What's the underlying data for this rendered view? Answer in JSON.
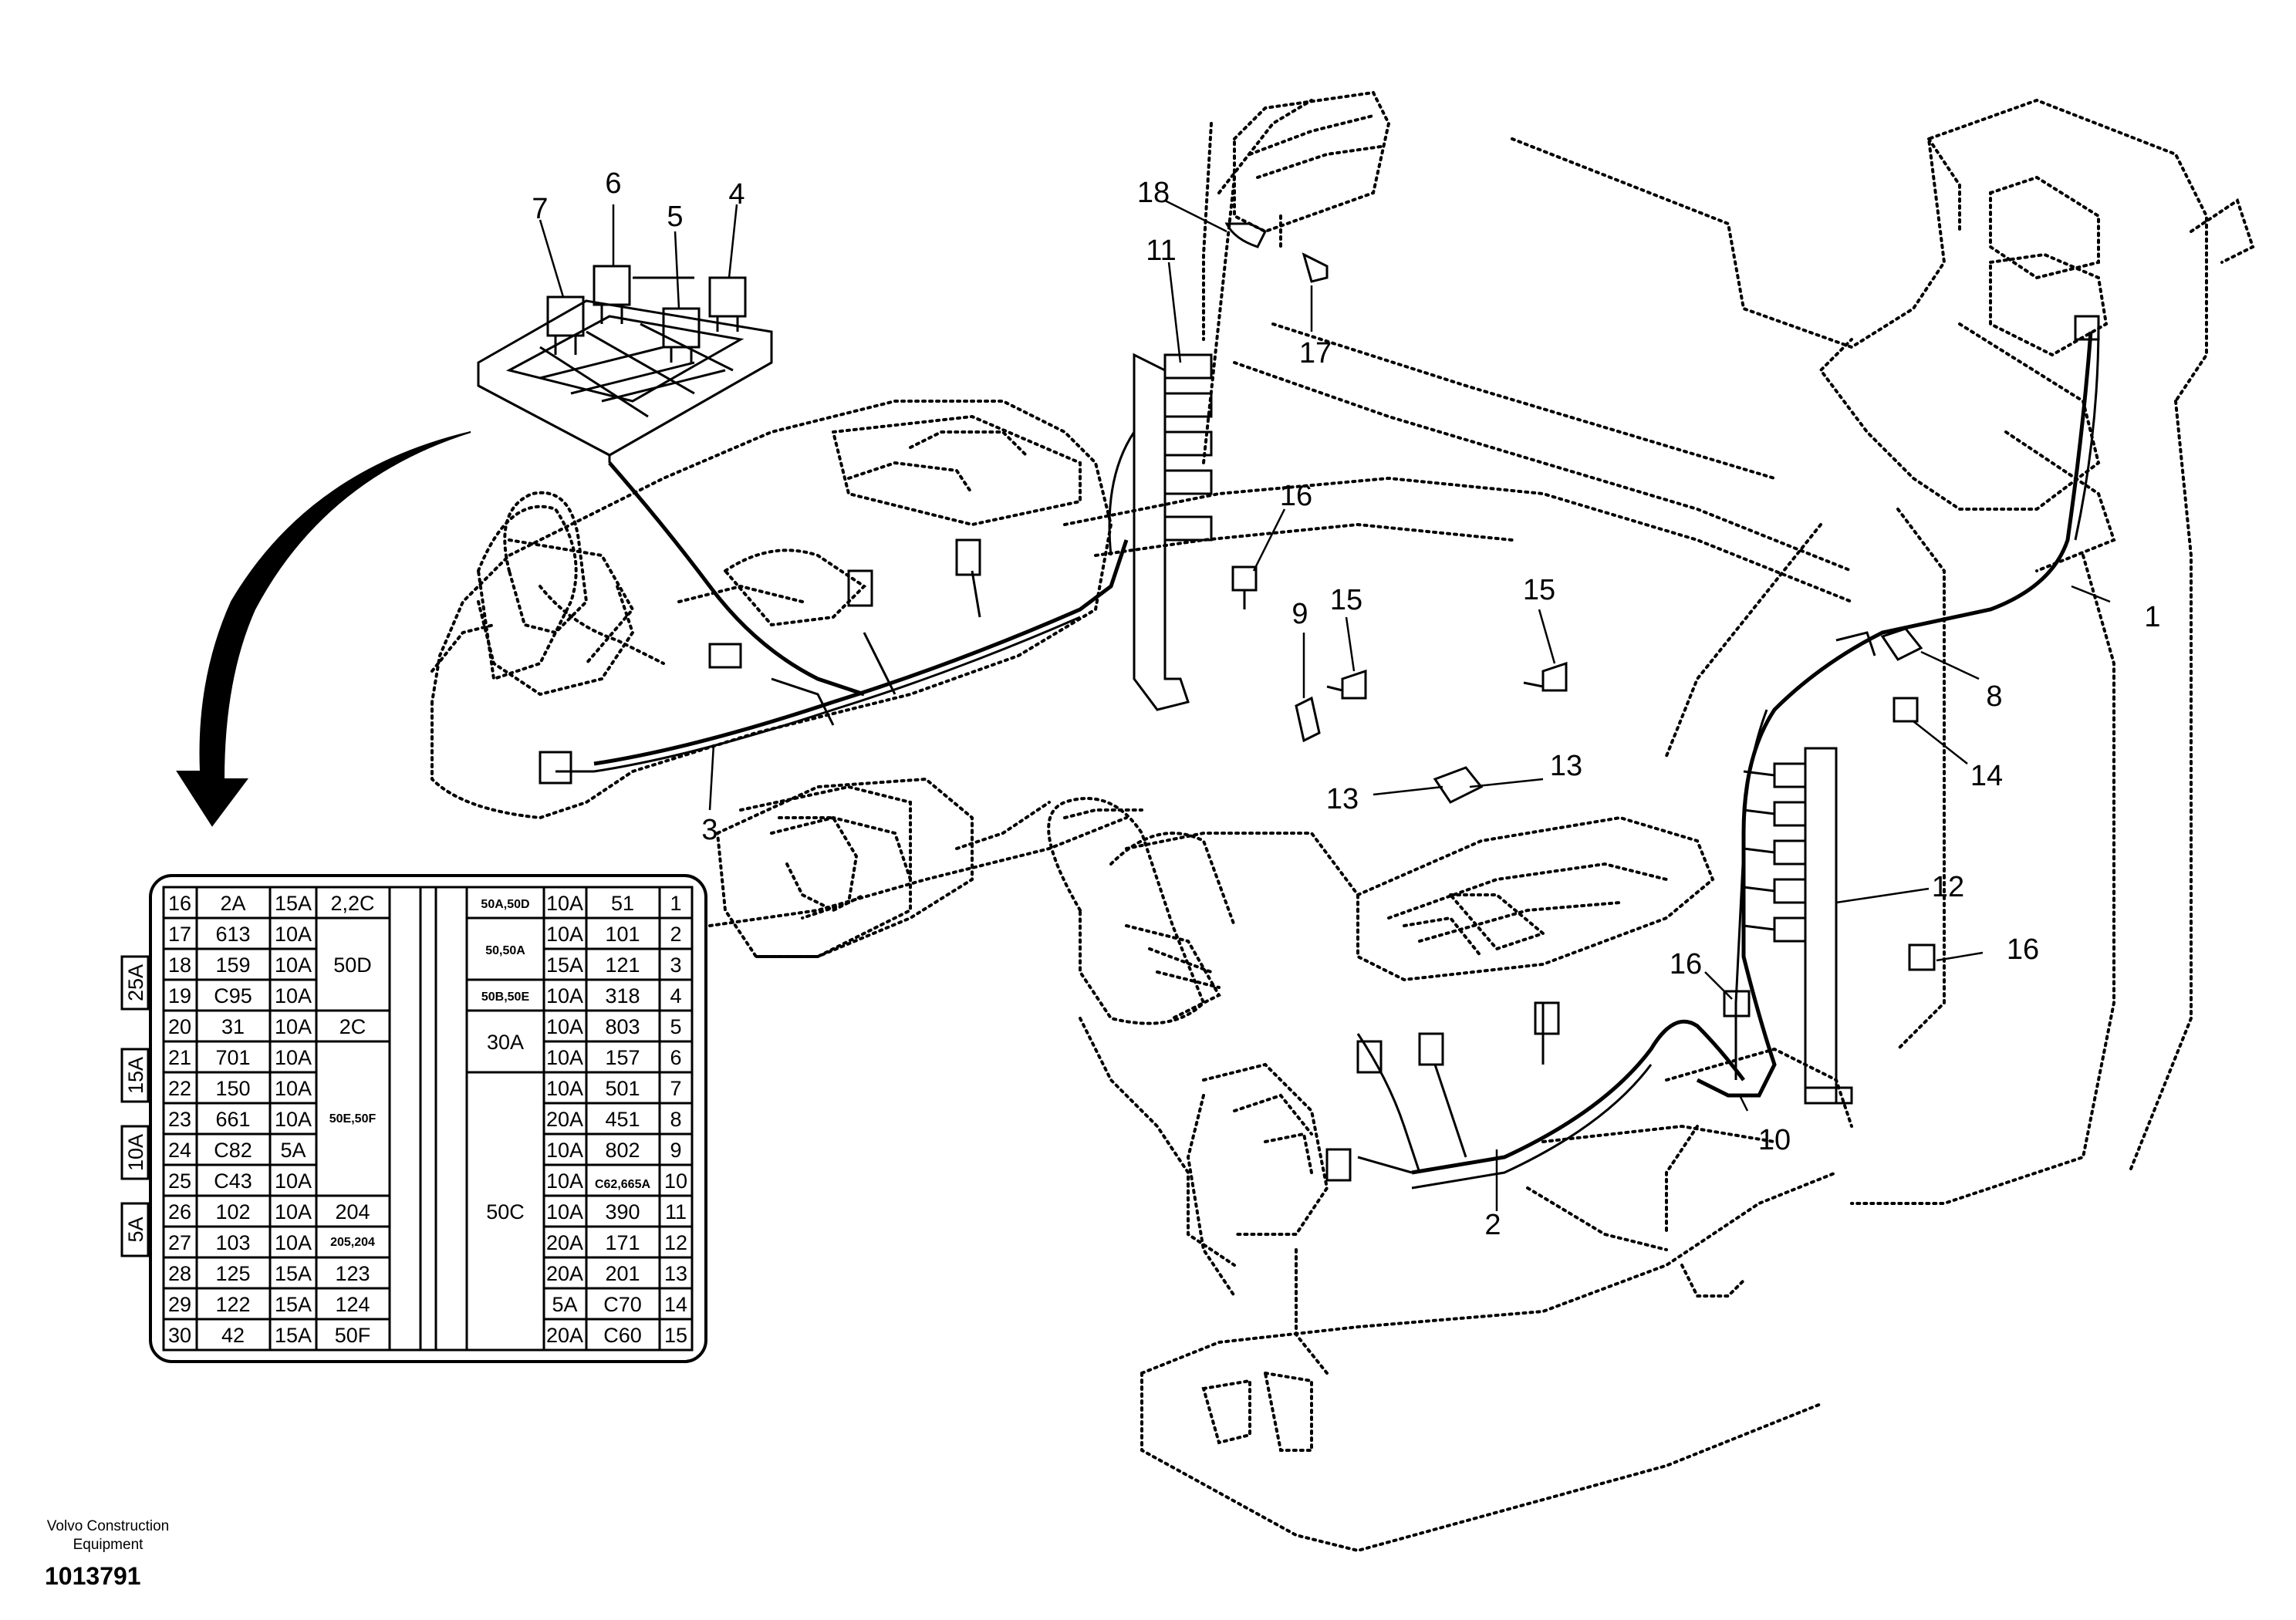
{
  "brand": {
    "line1": "Volvo Construction",
    "line2": "Equipment"
  },
  "doc_number": "1013791",
  "callouts": {
    "c1": "1",
    "c2": "2",
    "c3": "3",
    "c4": "4",
    "c5": "5",
    "c6": "6",
    "c7": "7",
    "c8": "8",
    "c9": "9",
    "c10": "10",
    "c11": "11",
    "c12": "12",
    "c13a": "13",
    "c13b": "13",
    "c14": "14",
    "c15a": "15",
    "c15b": "15",
    "c16a": "16",
    "c16b": "16",
    "c16c": "16",
    "c17": "17",
    "c18": "18"
  },
  "fuse_legend": {
    "side_labels": [
      "25A",
      "15A",
      "10A",
      "5A"
    ],
    "left_rows": [
      {
        "no": "16",
        "circuit": "2A",
        "amp": "15A"
      },
      {
        "no": "17",
        "circuit": "613",
        "amp": "10A"
      },
      {
        "no": "18",
        "circuit": "159",
        "amp": "10A"
      },
      {
        "no": "19",
        "circuit": "C95",
        "amp": "10A"
      },
      {
        "no": "20",
        "circuit": "31",
        "amp": "10A"
      },
      {
        "no": "21",
        "circuit": "701",
        "amp": "10A"
      },
      {
        "no": "22",
        "circuit": "150",
        "amp": "10A"
      },
      {
        "no": "23",
        "circuit": "661",
        "amp": "10A"
      },
      {
        "no": "24",
        "circuit": "C82",
        "amp": "5A"
      },
      {
        "no": "25",
        "circuit": "C43",
        "amp": "10A"
      },
      {
        "no": "26",
        "circuit": "102",
        "amp": "10A"
      },
      {
        "no": "27",
        "circuit": "103",
        "amp": "10A"
      },
      {
        "no": "28",
        "circuit": "125",
        "amp": "15A"
      },
      {
        "no": "29",
        "circuit": "122",
        "amp": "15A"
      },
      {
        "no": "30",
        "circuit": "42",
        "amp": "15A"
      }
    ],
    "left_groups": {
      "g1": "2,2C",
      "g2": "50D",
      "g3": "2C",
      "g4": "50E,50F",
      "g5": "204",
      "g6": "205,204",
      "g7": "123",
      "g8": "124",
      "g9": "50F"
    },
    "right_groups": {
      "g1": "50A,50D",
      "g2": "50,50A",
      "g3": "50B,50E",
      "g4": "30A",
      "g5": "50C"
    },
    "right_rows": [
      {
        "amp": "10A",
        "circuit": "51",
        "no": "1"
      },
      {
        "amp": "10A",
        "circuit": "101",
        "no": "2"
      },
      {
        "amp": "15A",
        "circuit": "121",
        "no": "3"
      },
      {
        "amp": "10A",
        "circuit": "318",
        "no": "4"
      },
      {
        "amp": "10A",
        "circuit": "803",
        "no": "5"
      },
      {
        "amp": "10A",
        "circuit": "157",
        "no": "6"
      },
      {
        "amp": "10A",
        "circuit": "501",
        "no": "7"
      },
      {
        "amp": "20A",
        "circuit": "451",
        "no": "8"
      },
      {
        "amp": "10A",
        "circuit": "802",
        "no": "9"
      },
      {
        "amp": "10A",
        "circuit": "C62,665A",
        "no": "10"
      },
      {
        "amp": "10A",
        "circuit": "390",
        "no": "11"
      },
      {
        "amp": "20A",
        "circuit": "171",
        "no": "12"
      },
      {
        "amp": "20A",
        "circuit": "201",
        "no": "13"
      },
      {
        "amp": "5A",
        "circuit": "C70",
        "no": "14"
      },
      {
        "amp": "20A",
        "circuit": "C60",
        "no": "15"
      }
    ]
  }
}
